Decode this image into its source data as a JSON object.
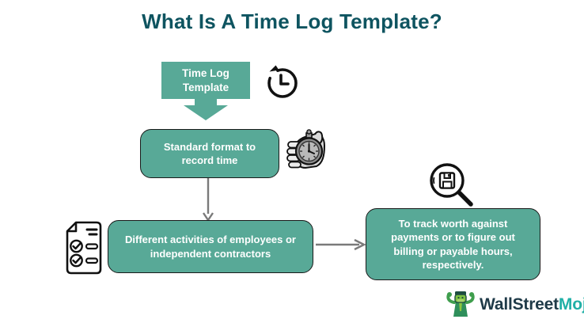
{
  "title": "What Is A Time Log Template?",
  "nodes": {
    "template": {
      "label": "Time Log Template",
      "lines": [
        "Time Log",
        "Template"
      ]
    },
    "format": {
      "label": "Standard format to record time",
      "lines": [
        "Standard format to",
        "record time"
      ]
    },
    "activities": {
      "label": "Different activities of employees or independent contractors",
      "lines": [
        "Different activities of employees or",
        "independent contractors"
      ]
    },
    "tracking": {
      "label": "To track worth against payments or to figure out billing or payable hours, respectively.",
      "lines": [
        "To track worth against",
        "payments or to figure out",
        "billing or payable hours,",
        "respectively."
      ]
    }
  },
  "icons": {
    "history_clock": "history-clock-icon",
    "stopwatch_hand": "stopwatch-in-hand-icon",
    "checklist_document": "checklist-document-icon",
    "magnifier_disk": "magnifier-floppy-disk-icon",
    "logo_bull": "wallstreetmojo-bull-icon"
  },
  "logo": {
    "part1": "WallStreet",
    "part2": "Mojo"
  },
  "colors": {
    "node_fill": "#58A997",
    "node_border": "#1A1A1A",
    "title_text": "#0E5460",
    "node_text": "#FFFFFF",
    "arrow": "#7A7A7A",
    "logo_dark": "#1F3A48",
    "logo_accent": "#21B0A7"
  }
}
